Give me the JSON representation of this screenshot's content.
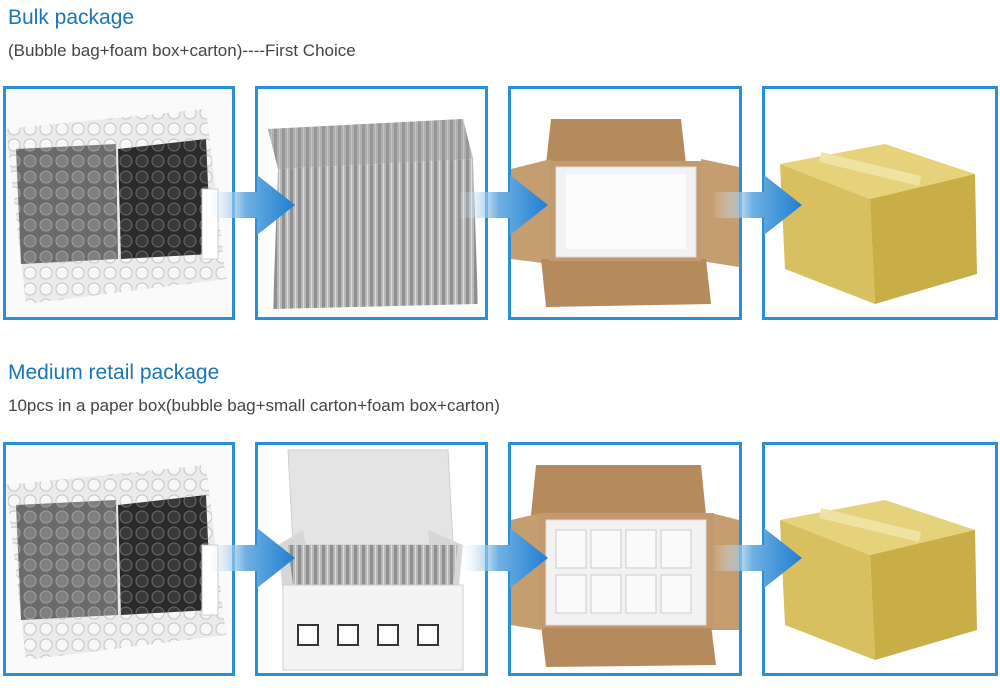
{
  "sections": [
    {
      "title": "Bulk package",
      "subtitle": "(Bubble bag+foam box+carton)----First Choice",
      "panels": [
        {
          "icon": "bubble-bag-image"
        },
        {
          "icon": "bagged-items-image"
        },
        {
          "icon": "foam-box-in-carton-image"
        },
        {
          "icon": "sealed-carton-image"
        }
      ]
    },
    {
      "title": "Medium retail package",
      "subtitle": "10pcs in a paper box(bubble bag+small carton+foam box+carton)",
      "panels": [
        {
          "icon": "bubble-bag-image"
        },
        {
          "icon": "paper-box-image"
        },
        {
          "icon": "foam-box-in-carton-image"
        },
        {
          "icon": "sealed-carton-image"
        }
      ]
    }
  ],
  "colors": {
    "title": "#1a75b8",
    "panel_border": "#2a8fd6",
    "arrow": "#1f7fcf",
    "carton": "#c29a6d",
    "sealed_box": "#d8c060"
  }
}
